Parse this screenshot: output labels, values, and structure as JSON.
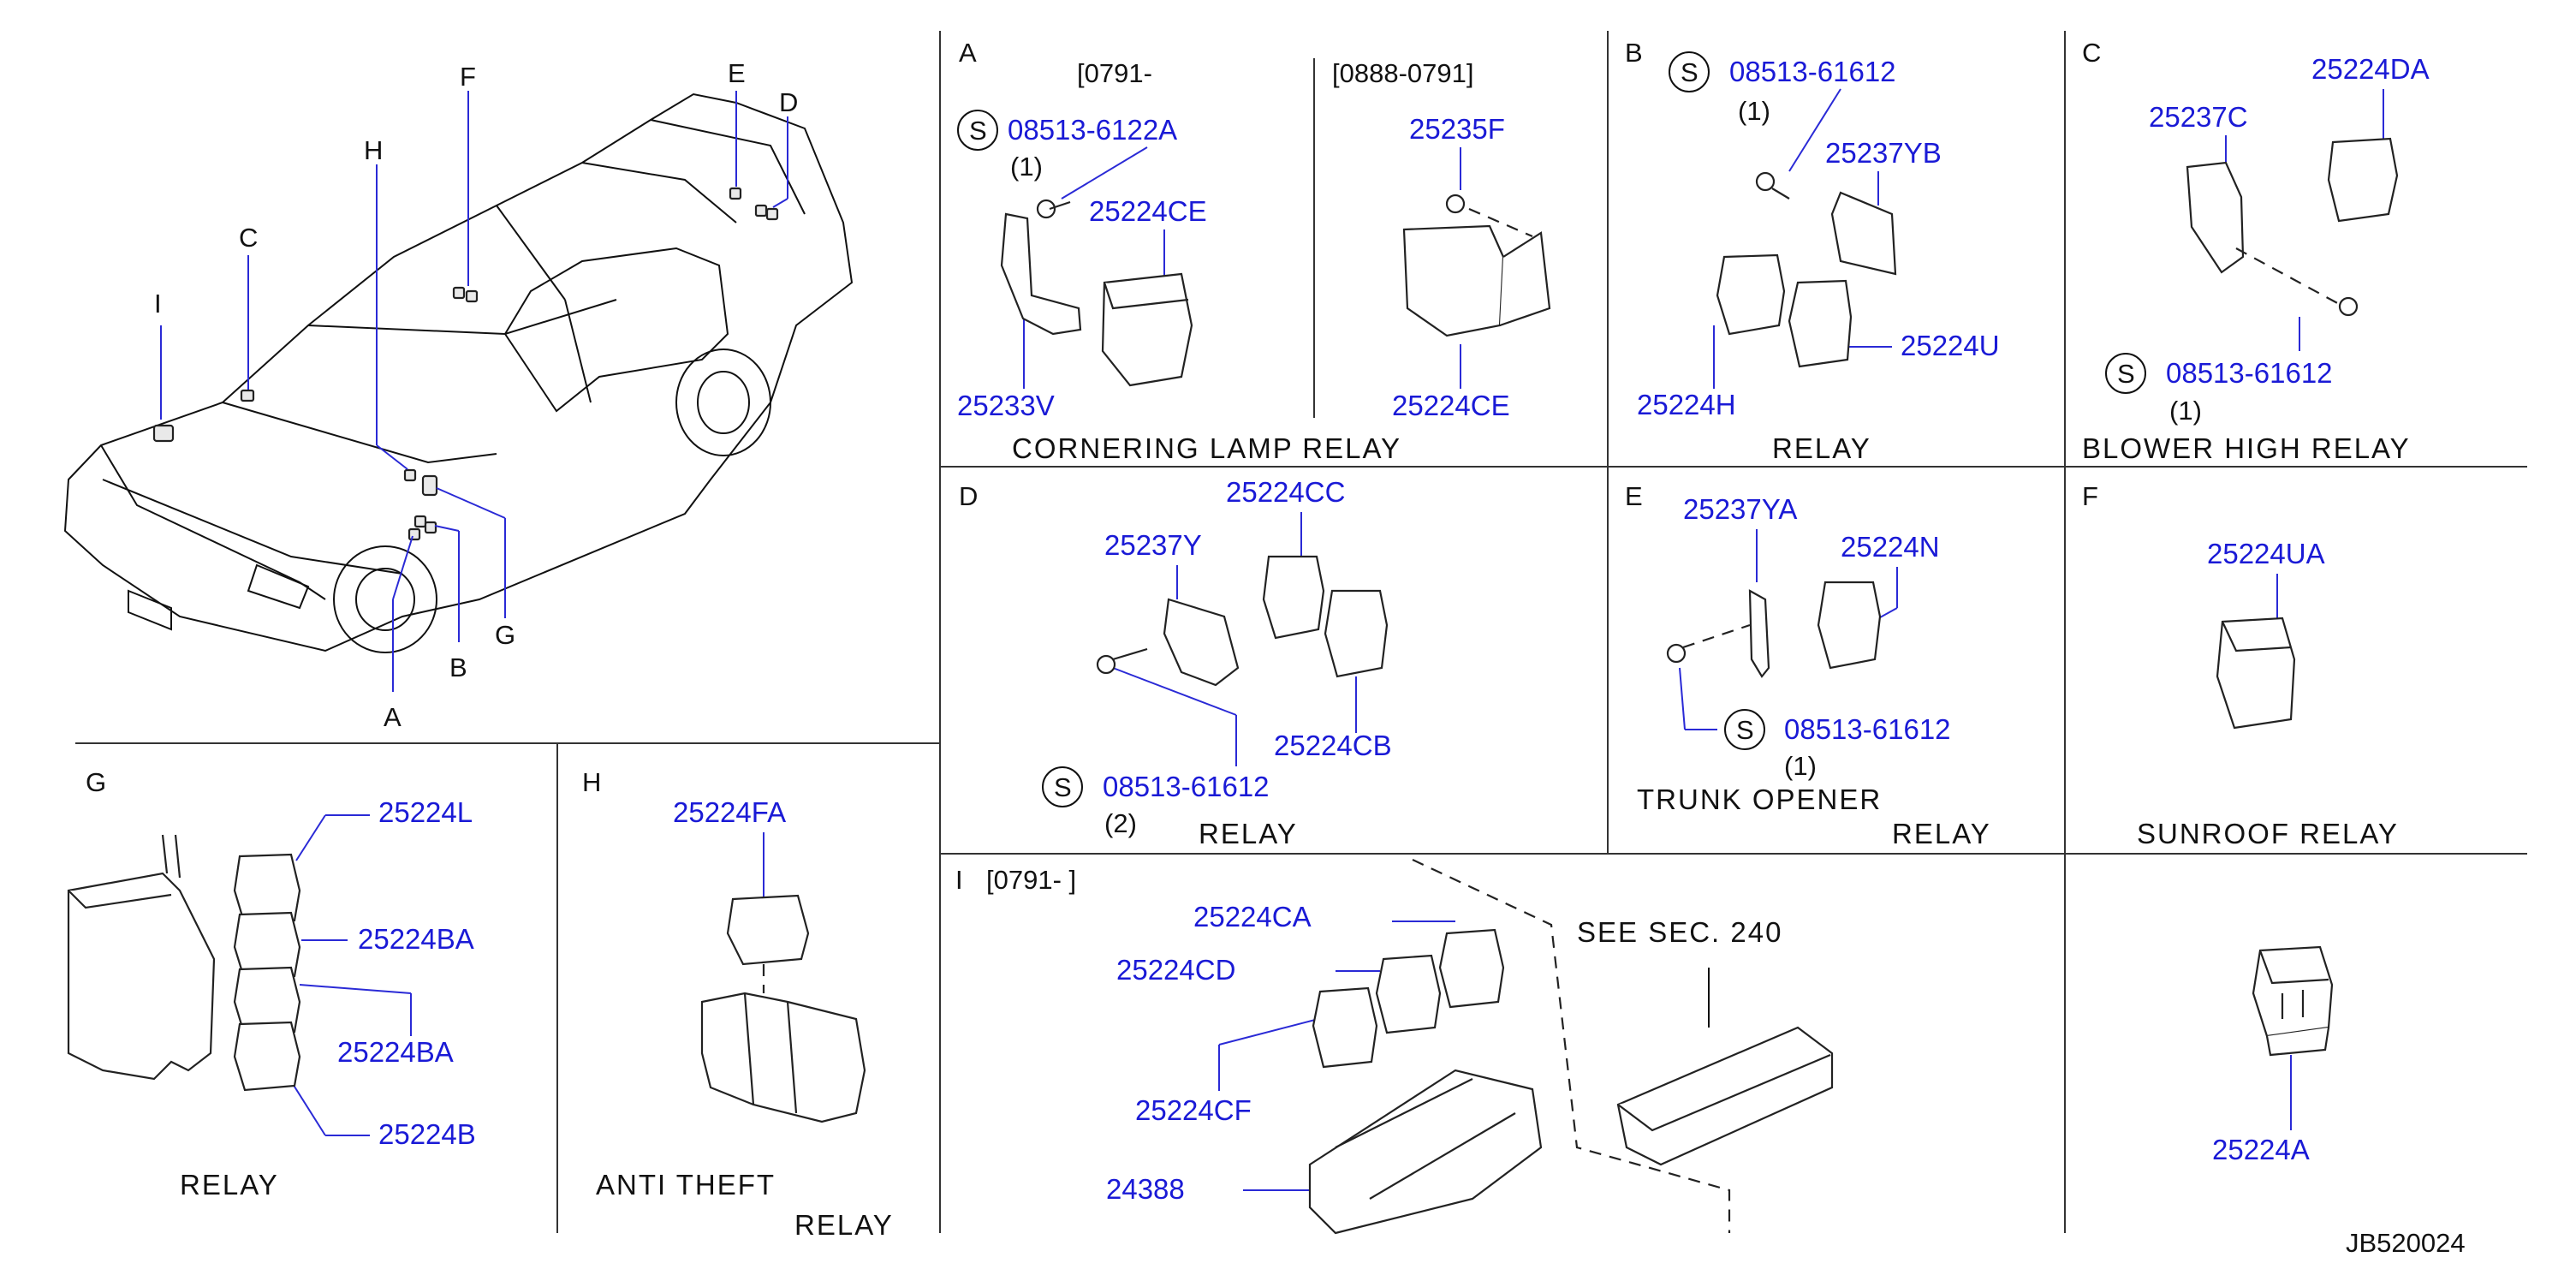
{
  "doc_code": "JB520024",
  "overview": {
    "callouts": [
      "A",
      "B",
      "C",
      "D",
      "E",
      "F",
      "G",
      "H",
      "I"
    ]
  },
  "sections": {
    "A": {
      "letter": "A",
      "left_range": "[0791-",
      "right_range": "[0888-0791]",
      "parts": [
        "08513-6122A",
        "(1)",
        "25224CE",
        "25233V",
        "25235F",
        "25224CE"
      ],
      "caption": "CORNERING   LAMP   RELAY"
    },
    "B": {
      "letter": "B",
      "parts": [
        "08513-61612",
        "(1)",
        "25237YB",
        "25224U",
        "25224H"
      ],
      "caption": "RELAY"
    },
    "C": {
      "letter": "C",
      "parts": [
        "25224DA",
        "25237C",
        "08513-61612",
        "(1)"
      ],
      "caption": "BLOWER   HIGH   RELAY"
    },
    "D": {
      "letter": "D",
      "parts": [
        "25224CC",
        "25237Y",
        "25224CB",
        "08513-61612",
        "(2)"
      ],
      "caption": "RELAY"
    },
    "E": {
      "letter": "E",
      "parts": [
        "25237YA",
        "25224N",
        "08513-61612",
        "(1)"
      ],
      "caption1": "TRUNK   OPENER",
      "caption2": "RELAY"
    },
    "F": {
      "letter": "F",
      "parts": [
        "25224UA"
      ],
      "caption": "SUNROOF   RELAY"
    },
    "G": {
      "letter": "G",
      "parts": [
        "25224L",
        "25224BA",
        "25224BA",
        "25224B"
      ],
      "caption": "RELAY"
    },
    "H": {
      "letter": "H",
      "parts": [
        "25224FA"
      ],
      "caption1": "ANTI   THEFT",
      "caption2": "RELAY"
    },
    "I": {
      "letter": "I",
      "range": "[0791-                    ]",
      "parts": [
        "25224CA",
        "25224CD",
        "25224CF",
        "24388"
      ],
      "see_note": "SEE   SEC.   240"
    },
    "J": {
      "parts": [
        "25224A"
      ]
    }
  },
  "symbols": {
    "s_mark": "S"
  }
}
